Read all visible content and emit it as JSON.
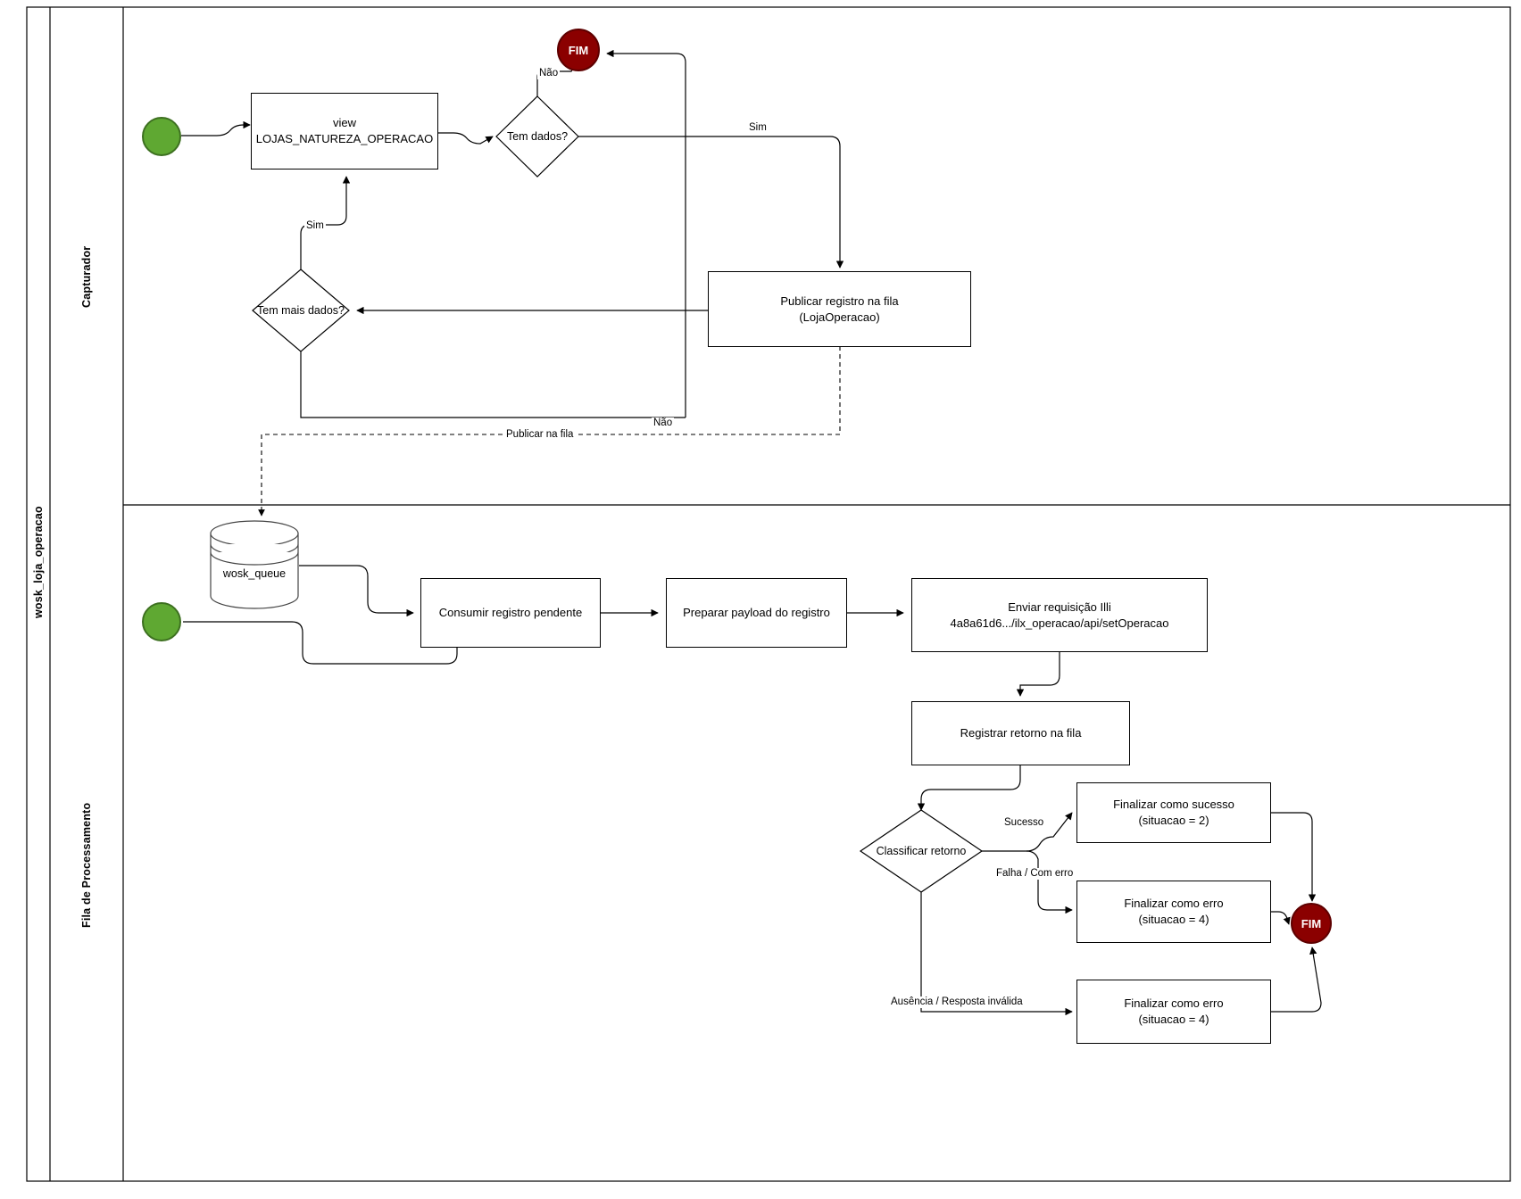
{
  "pool": {
    "label": "wosk_loja_operacao"
  },
  "lanes": [
    {
      "id": "capturador",
      "label": "Capturador"
    },
    {
      "id": "fila",
      "label": "Fila de Processamento"
    }
  ],
  "colors": {
    "start_event": "#5FA832",
    "end_event": "#8B0000",
    "stroke": "#000000",
    "background": "#FFFFFF"
  },
  "nodes": {
    "start_capturador": {
      "type": "timer-start-event",
      "name": "start-timer-capturador"
    },
    "view_task": {
      "type": "task",
      "line1": "view",
      "line2": "LOJAS_NATUREZA_OPERACAO"
    },
    "tem_dados": {
      "type": "gateway",
      "label": "Tem dados?"
    },
    "fim_top": {
      "type": "end-event",
      "label": "FIM"
    },
    "publicar": {
      "type": "task",
      "line1": "Publicar registro na fila",
      "line2": "(LojaOperacao)"
    },
    "tem_mais_dados": {
      "type": "gateway",
      "label": "Tem mais dados?"
    },
    "wosk_queue": {
      "type": "datastore",
      "label": "wosk_queue"
    },
    "start_fila": {
      "type": "timer-start-event",
      "name": "start-timer-fila"
    },
    "consumir": {
      "type": "task",
      "line1": "Consumir registro pendente",
      "line2": ""
    },
    "preparar": {
      "type": "task",
      "line1": "Preparar payload do registro",
      "line2": ""
    },
    "enviar": {
      "type": "task",
      "line1": "Enviar requisição Illi",
      "line2": "4a8a61d6.../ilx_operacao/api/setOperacao"
    },
    "registrar": {
      "type": "task",
      "line1": "Registrar retorno na fila",
      "line2": ""
    },
    "classificar": {
      "type": "gateway",
      "label": "Classificar retorno"
    },
    "sucesso_box": {
      "type": "task",
      "line1": "Finalizar como sucesso",
      "line2": "(situacao = 2)"
    },
    "erro_box": {
      "type": "task",
      "line1": "Finalizar como erro",
      "line2": "(situacao = 4)"
    },
    "erro_box2": {
      "type": "task",
      "line1": "Finalizar como erro",
      "line2": "(situacao = 4)"
    },
    "fim_bottom": {
      "type": "end-event",
      "label": "FIM"
    }
  },
  "edge_labels": {
    "nao_top": "Não",
    "sim_top": "Sim",
    "sim_loop": "Sim",
    "nao_loop": "Não",
    "publicar_na_fila": "Publicar na fila",
    "sucesso": "Sucesso",
    "falha": "Falha / Com erro",
    "ausencia": "Ausência / Resposta inválida"
  }
}
